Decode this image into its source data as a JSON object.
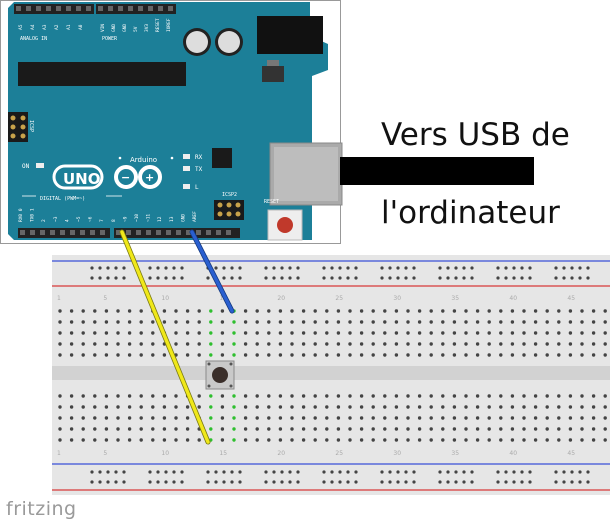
{
  "caption": {
    "line1": "Vers USB de",
    "line2": "l'ordinateur"
  },
  "watermark": "fritzing",
  "arduino": {
    "model": "UNO",
    "brand": "Arduino",
    "analog_header_label": "ANALOG IN",
    "analog_pins": [
      "A5",
      "A4",
      "A3",
      "A2",
      "A1",
      "A0"
    ],
    "power_header_label": "POWER",
    "power_pins": [
      "VIN",
      "GND",
      "GND",
      "5V",
      "3V3",
      "RESET",
      "IOREF"
    ],
    "icsp_label": "ICSP",
    "icsp2_label": "ICSP2",
    "on_label": "ON",
    "tx_label": "TX",
    "rx_label": "RX",
    "l_label": "L",
    "reset_label": "RESET",
    "digital_label": "DIGITAL (PWM=~)",
    "digital_pins": [
      "RX0 0",
      "TX0 1",
      "2",
      "~3",
      "4",
      "~5",
      "~6",
      "7",
      "8",
      "~9",
      "~10",
      "~11",
      "12",
      "13",
      "GND",
      "AREF"
    ],
    "board_color": "#1c7f98",
    "usb_cable_color": "#000000"
  },
  "breadboard": {
    "column_numbers": [
      "1",
      "5",
      "10",
      "15",
      "20",
      "25",
      "30",
      "35",
      "40",
      "45"
    ],
    "rail_red_color": "#d83a3a",
    "rail_blue_color": "#3a4fd8",
    "active_hole_color": "#2fbf2f"
  },
  "wires": [
    {
      "name": "yellow-wire",
      "from": "8",
      "color": "#f0e81a"
    },
    {
      "name": "blue-wire",
      "from": "GND",
      "color": "#2a5fd0"
    }
  ],
  "components": {
    "pushbutton": "pushbutton"
  }
}
